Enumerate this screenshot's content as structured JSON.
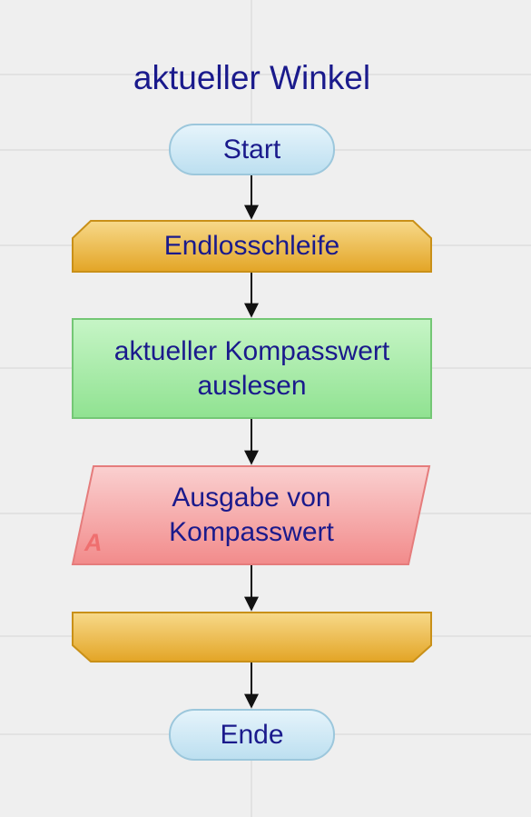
{
  "diagram": {
    "title": "aktueller Winkel",
    "nodes": {
      "start": {
        "label": "Start",
        "shape": "terminal"
      },
      "loop_start": {
        "label": "Endlosschleife",
        "shape": "loop-begin"
      },
      "process": {
        "line1": "aktueller Kompasswert",
        "line2": "auslesen",
        "shape": "process"
      },
      "output": {
        "line1": "Ausgabe von",
        "line2": "Kompasswert",
        "marker": "A",
        "shape": "output"
      },
      "loop_end": {
        "label": "",
        "shape": "loop-end"
      },
      "end": {
        "label": "Ende",
        "shape": "terminal"
      }
    },
    "edges": [
      [
        "start",
        "loop_start"
      ],
      [
        "loop_start",
        "process"
      ],
      [
        "process",
        "output"
      ],
      [
        "output",
        "loop_end"
      ],
      [
        "loop_end",
        "end"
      ]
    ],
    "colors": {
      "text": "#1a1a8c",
      "terminal_fill": "#cfe8f4",
      "loop_fill": "#efbc48",
      "process_fill": "#a9ecaa",
      "output_fill": "#f5a5a5",
      "marker": "#ef6f6f",
      "arrow": "#111111",
      "grid": "#d4d4d4"
    }
  }
}
